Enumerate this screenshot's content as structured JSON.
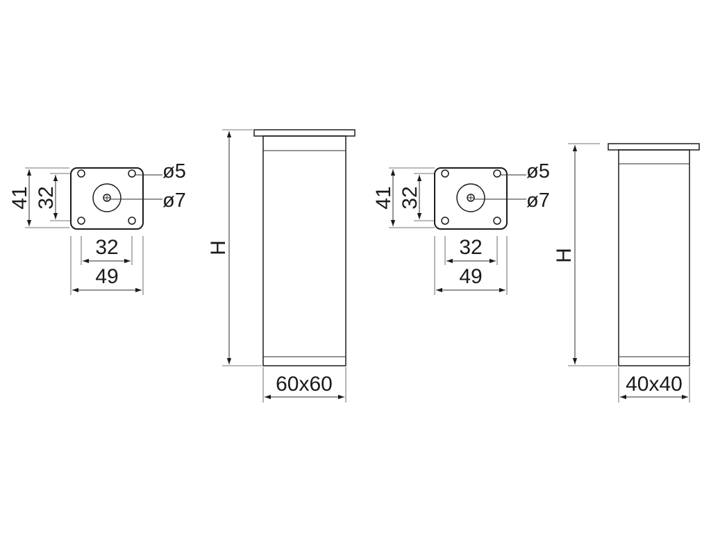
{
  "drawing_1": {
    "plate": {
      "height_outer": "41",
      "height_holes": "32",
      "width_holes": "32",
      "width_outer": "49",
      "hole_small": "ø5",
      "hole_center": "ø7"
    },
    "leg": {
      "height": "H",
      "section": "60x60"
    }
  },
  "drawing_2": {
    "plate": {
      "height_outer": "41",
      "height_holes": "32",
      "width_holes": "32",
      "width_outer": "49",
      "hole_small": "ø5",
      "hole_center": "ø7"
    },
    "leg": {
      "height": "H",
      "section": "40x40"
    }
  }
}
